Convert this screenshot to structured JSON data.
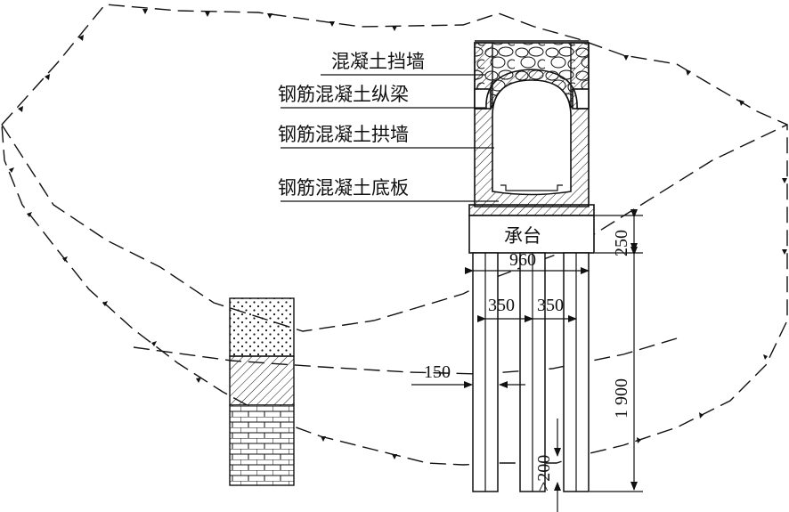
{
  "labels": {
    "retaining_wall": "混凝土挡墙",
    "longitudinal_beam": "钢筋混凝土纵梁",
    "arch_wall": "钢筋混凝土拱墙",
    "bottom_slab": "钢筋混凝土底板",
    "pile_cap": "承台"
  },
  "dimensions": {
    "cap_width": "960",
    "pile_spacing_left": "350",
    "pile_spacing_right": "350",
    "pile_diameter": "150",
    "cap_height": "250",
    "pile_length": "1 900",
    "embed_depth": ">200"
  }
}
